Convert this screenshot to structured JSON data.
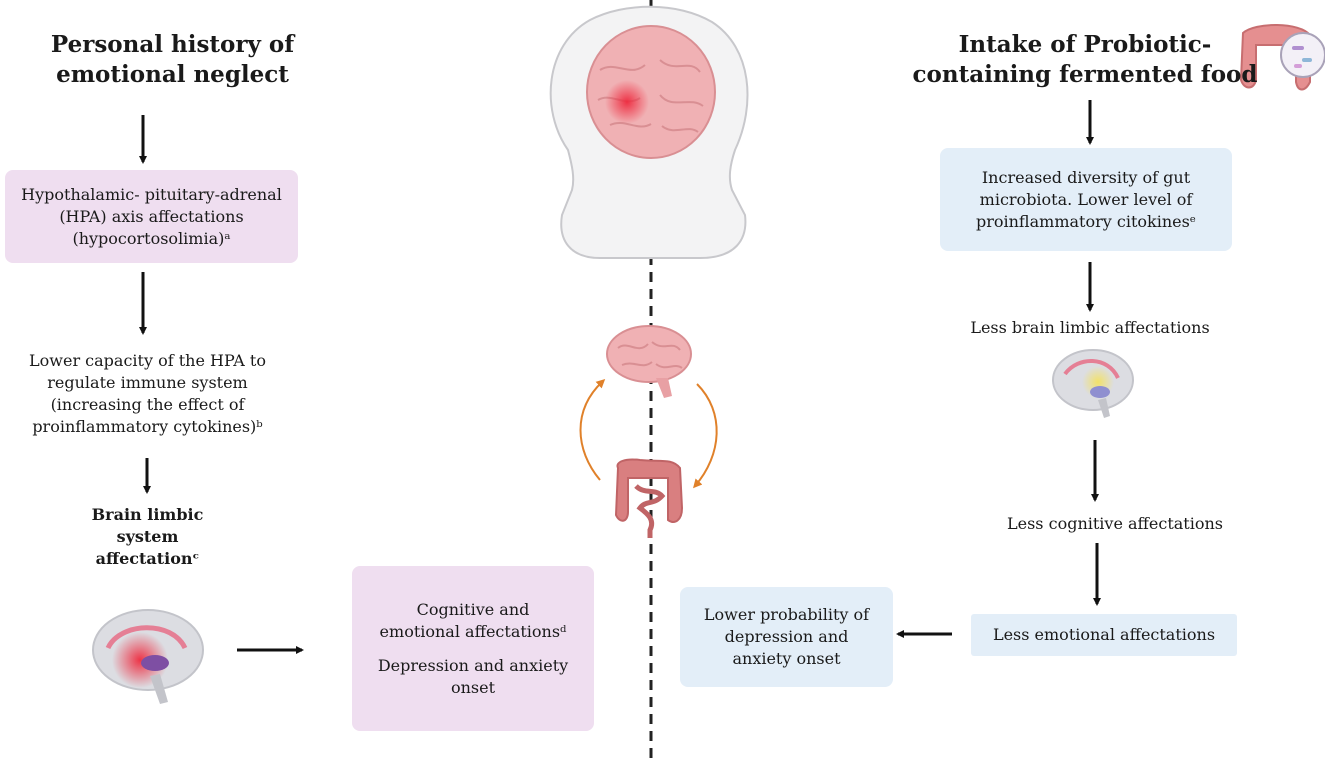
{
  "left": {
    "title": [
      "Personal history of",
      "emotional neglect"
    ],
    "hpa_box": [
      "Hypothalamic- pituitary-adrenal",
      "(HPA) axis affectations",
      "(hypocortosolimia)ᵃ"
    ],
    "lower_capacity": [
      "Lower capacity of the HPA to",
      "regulate immune system",
      "(increasing the effect of",
      "proinflammatory cytokines)ᵇ"
    ],
    "limbic": [
      "Brain limbic",
      "system",
      "affectationᶜ"
    ]
  },
  "center": {
    "outcome_box": [
      "Cognitive and",
      "emotional affectationsᵈ",
      "",
      "Depression and anxiety",
      "onset"
    ]
  },
  "right": {
    "title": [
      "Intake of Probiotic-",
      "containing fermented food"
    ],
    "microbiota_box": [
      "Increased diversity of gut",
      "microbiota. Lower level of",
      "proinflammatory citokinesᵉ"
    ],
    "less_limbic": "Less brain limbic affectations",
    "less_cognitive": "Less cognitive affectations",
    "less_emotional": "Less emotional affectations",
    "lower_probability": [
      "Lower probability of",
      "depression and",
      "anxiety onset"
    ]
  },
  "colors": {
    "pink_box": "#efdef0",
    "blue_box": "#e3eef8",
    "arrow": "#111111",
    "cycle_arrow": "#e0812a",
    "brain": "#f0b1b4",
    "gut": "#d97f80"
  },
  "icons": [
    "head-brain-icon",
    "brain-icon",
    "gut-icon",
    "cycle-arrows-icon",
    "microbiome-icon",
    "limbic-brain-icon"
  ]
}
